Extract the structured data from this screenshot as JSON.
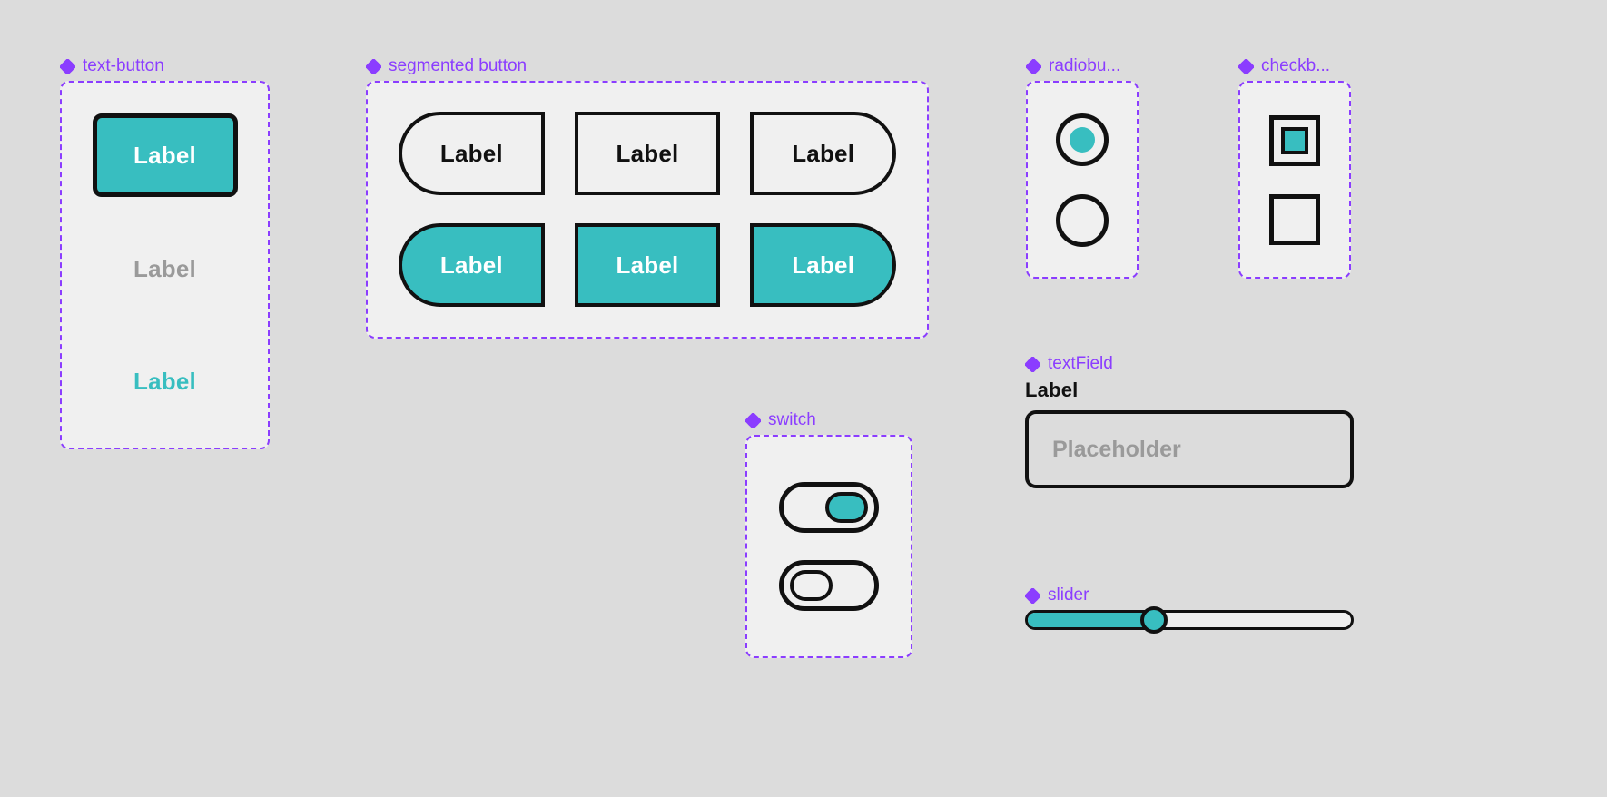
{
  "theme": {
    "accent": "#38bec0",
    "annotation_purple": "#8b3dff",
    "page_background": "#dcdcdc",
    "frame_background": "#f0f0f0",
    "outline": "#111111",
    "disabled_text": "#9a9a9a"
  },
  "components": {
    "text_button": {
      "name": "text-button",
      "icon": "component-diamond-icon",
      "buttons": [
        {
          "label": "Label",
          "state": "filled"
        },
        {
          "label": "Label",
          "state": "disabled"
        },
        {
          "label": "Label",
          "state": "text"
        }
      ]
    },
    "segmented_button": {
      "name": "segmented button",
      "icon": "component-diamond-icon",
      "rows": [
        {
          "state": "unselected",
          "segments": [
            {
              "label": "Label"
            },
            {
              "label": "Label"
            },
            {
              "label": "Label"
            }
          ]
        },
        {
          "state": "selected",
          "segments": [
            {
              "label": "Label"
            },
            {
              "label": "Label"
            },
            {
              "label": "Label"
            }
          ]
        }
      ]
    },
    "radio_button": {
      "name": "radiobu...",
      "icon": "component-diamond-icon",
      "options": [
        {
          "selected": true
        },
        {
          "selected": false
        }
      ]
    },
    "checkbox": {
      "name": "checkb...",
      "icon": "component-diamond-icon",
      "options": [
        {
          "checked": true
        },
        {
          "checked": false
        }
      ]
    },
    "switch": {
      "name": "switch",
      "icon": "component-diamond-icon",
      "options": [
        {
          "on": true
        },
        {
          "on": false
        }
      ]
    },
    "text_field": {
      "name": "textField",
      "icon": "component-diamond-icon",
      "label": "Label",
      "value": "",
      "placeholder": "Placeholder"
    },
    "slider": {
      "name": "slider",
      "icon": "component-diamond-icon",
      "value": 39,
      "min": 0,
      "max": 100
    }
  }
}
